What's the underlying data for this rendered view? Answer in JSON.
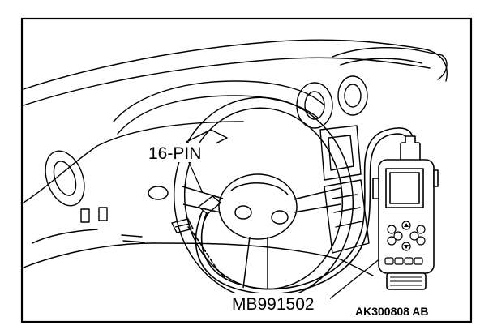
{
  "labels": {
    "connector": "16-PIN",
    "tool": "MB991502",
    "figure_id": "AK300808 AB"
  },
  "colors": {
    "line": "#000000",
    "background": "#ffffff",
    "screen": "#ffffff"
  }
}
